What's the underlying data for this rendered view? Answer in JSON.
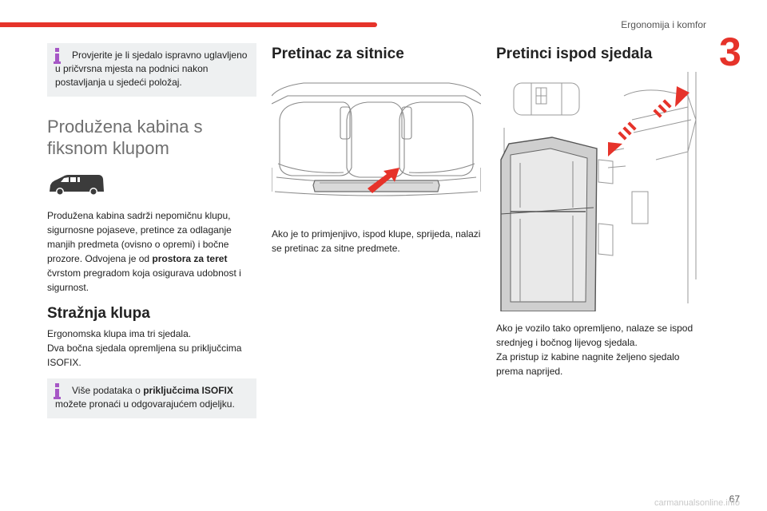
{
  "header": {
    "section": "Ergonomija i komfor",
    "chapter": "3"
  },
  "col1": {
    "note1": {
      "first": "Provjerite je li sjedalo ispravno uglavljeno",
      "rest": "u pričvrsna mjesta na podnici nakon postavljanja u sjedeći položaj."
    },
    "title": "Produžena kabina s fiksnom klupom",
    "intro_a": "Produžena kabina sadrži nepomičnu klupu, sigurnosne pojaseve, pretince za odlaganje manjih predmeta (ovisno o opremi) i bočne prozore. Odvojena je od ",
    "intro_bold": "prostora za teret",
    "intro_b": " čvrstom pregradom koja osigurava udobnost i sigurnost.",
    "h2": "Stražnja klupa",
    "p_line1": "Ergonomska klupa ima tri sjedala.",
    "p_line2": "Dva bočna sjedala opremljena su priključcima ISOFIX.",
    "note2": {
      "prefix": "Više podataka o ",
      "bold": "priključcima ISOFIX",
      "rest": "možete pronaći u odgovarajućem odjeljku."
    }
  },
  "col2": {
    "h2": "Pretinac za sitnice",
    "text": "Ako je to primjenjivo, ispod klupe, sprijeda, nalazi se pretinac za sitne predmete."
  },
  "col3": {
    "h2": "Pretinci ispod sjedala",
    "line1": "Ako je vozilo tako opremljeno, nalaze se ispod srednjeg i bočnog lijevog sjedala.",
    "line2": "Za pristup iz kabine nagnite željeno sjedalo prema naprijed."
  },
  "footer": {
    "page": "67",
    "watermark": "carmanualsonline.info"
  },
  "colors": {
    "accent": "#e6332a",
    "note_icon": "#a657c6",
    "note_bg": "#eef0f1",
    "title_gray": "#6f6f6f"
  }
}
